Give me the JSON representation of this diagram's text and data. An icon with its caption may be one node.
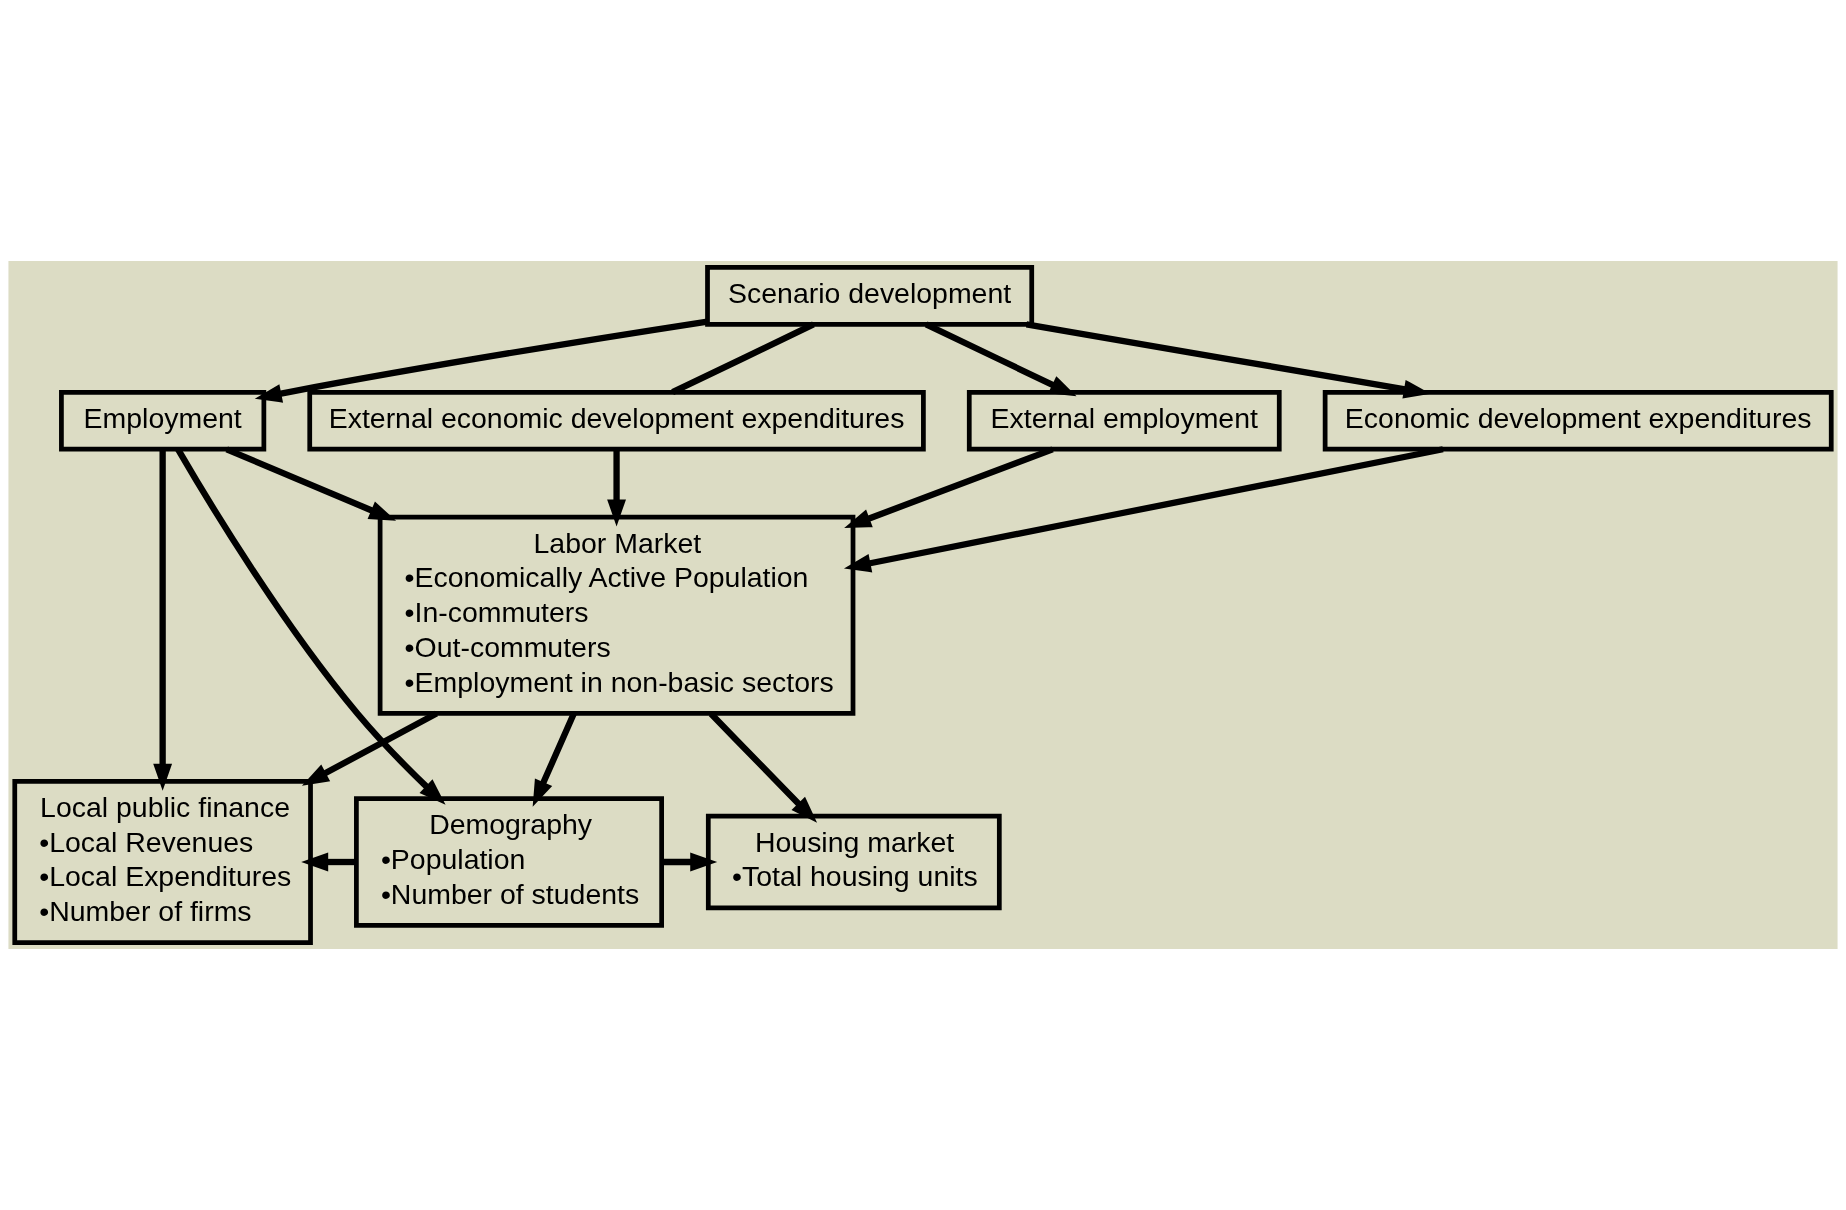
{
  "diagram": {
    "nodes": [
      {
        "text": [
          "Scenario development"
        ]
      },
      {
        "text": [
          "External economic development expenditures"
        ]
      },
      {
        "text": [
          "Employment"
        ]
      },
      {
        "text": [
          "External employment"
        ]
      },
      {
        "text": [
          "Economic development expenditures"
        ]
      },
      {
        "text": [
          "Labor Market",
          "•Economically Active Population",
          "•In-commuters",
          "•Out-commuters",
          "•Employment in non-basic sectors"
        ]
      },
      {
        "text": [
          "Demography",
          "•Population",
          "•Number of students"
        ]
      },
      {
        "text": [
          "Local public finance",
          "•Local Revenues",
          "•Local Expenditures",
          "•Number of firms"
        ]
      },
      {
        "text": [
          "Housing market",
          "•Total housing units"
        ]
      }
    ],
    "edges": [
      {
        "from": 0,
        "to": 2,
        "arrow": "to"
      },
      {
        "from": 0,
        "to": 3,
        "arrow": "to"
      },
      {
        "from": 0,
        "to": 4,
        "arrow": "to"
      },
      {
        "from": 0,
        "to": 1,
        "arrow": "none"
      },
      {
        "from": 2,
        "to": 5,
        "arrow": "to"
      },
      {
        "from": 3,
        "to": 5,
        "arrow": "to"
      },
      {
        "from": 4,
        "to": 5,
        "arrow": "to"
      },
      {
        "from": 1,
        "to": 5,
        "arrow": "to"
      },
      {
        "from": 2,
        "to": 6,
        "arrow": "to"
      },
      {
        "from": 2,
        "to": 7,
        "arrow": "to"
      },
      {
        "from": 5,
        "to": 7,
        "arrow": "to"
      },
      {
        "from": 5,
        "to": 8,
        "arrow": "to"
      },
      {
        "from": 5,
        "to": 6,
        "arrow": "to"
      },
      {
        "from": 6,
        "to": 7,
        "arrow": "to"
      },
      {
        "from": 6,
        "to": 8,
        "arrow": "to"
      }
    ]
  }
}
